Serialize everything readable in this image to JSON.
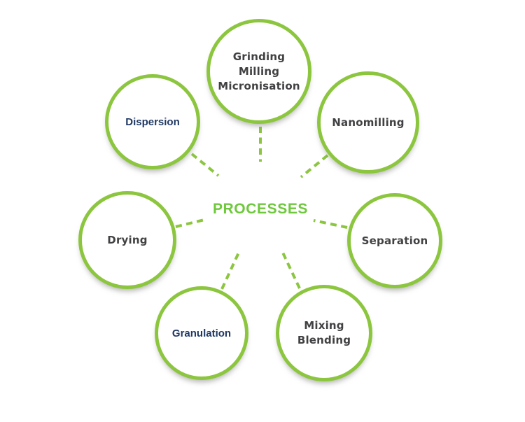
{
  "diagram": {
    "center_label": "PROCESSES",
    "nodes": [
      {
        "id": "grinding-milling-micronisation",
        "lines": [
          "Grinding",
          "Milling",
          "Micronisation"
        ]
      },
      {
        "id": "nanomilling",
        "lines": [
          "Nanomilling"
        ]
      },
      {
        "id": "separation",
        "lines": [
          "Separation"
        ]
      },
      {
        "id": "mixing-blending",
        "lines": [
          "Mixing",
          "Blending"
        ]
      },
      {
        "id": "granulation",
        "lines": [
          "Granulation"
        ]
      },
      {
        "id": "drying",
        "lines": [
          "Drying"
        ]
      },
      {
        "id": "dispersion",
        "lines": [
          "Dispersion"
        ]
      }
    ],
    "colors": {
      "circle_border": "#8CC63F",
      "connector_dash": "#8CC63F",
      "center_label_green": "#6EC83C",
      "label_dark_gray": "#414042",
      "label_navy": "#1F3864",
      "background": "#FFFFFF"
    }
  }
}
